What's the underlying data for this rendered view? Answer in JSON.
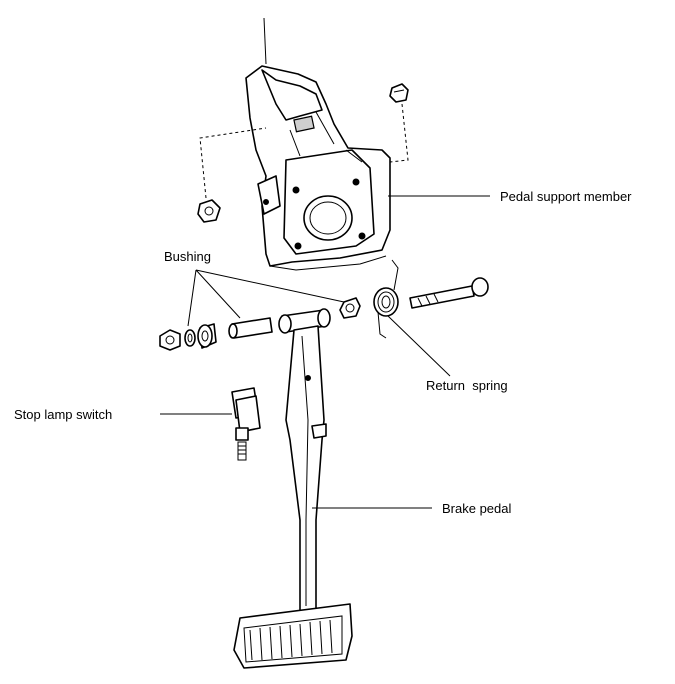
{
  "labels": {
    "pedal_support_member": "Pedal support member",
    "bushing": "Bushing",
    "return_spring": "Return  spring",
    "stop_lamp_switch": "Stop lamp switch",
    "brake_pedal": "Brake pedal"
  }
}
